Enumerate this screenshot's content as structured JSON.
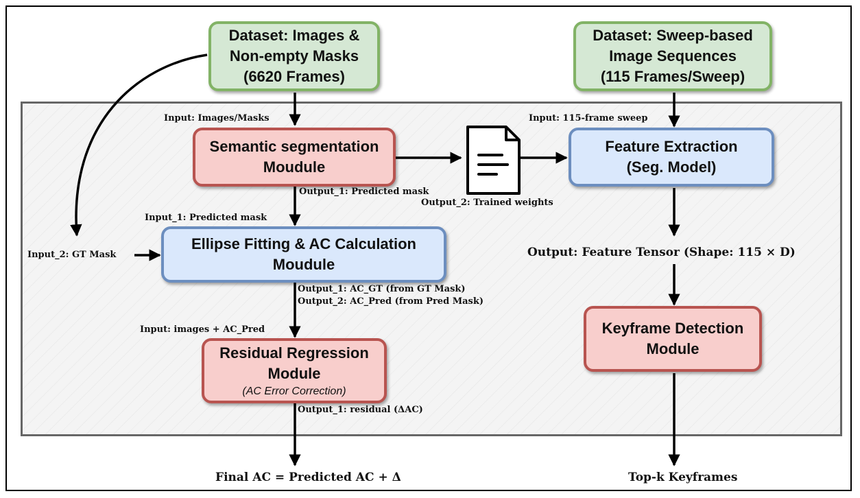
{
  "boxes": {
    "dataset_images": [
      "Dataset: Images &",
      "Non-empty Masks",
      "(6620 Frames)"
    ],
    "dataset_sweep": [
      "Dataset: Sweep-based",
      "Image Sequences",
      "(115 Frames/Sweep)"
    ],
    "segmentation": [
      "Semantic segmentation",
      "Moudule"
    ],
    "feature_extraction": [
      "Feature Extraction",
      "(Seg. Model)"
    ],
    "ellipse": [
      "Ellipse Fitting & AC Calculation",
      "Moudule"
    ],
    "residual": {
      "lines": [
        "Residual Regression",
        "Module"
      ],
      "subtitle": "(AC Error Correction)"
    },
    "keyframe": [
      "Keyframe Detection",
      "Module"
    ]
  },
  "labels": {
    "input_images_masks": "Input: Images/Masks",
    "input_sweep": "Input: 115-frame sweep",
    "seg_output_1": "Output_1: Predicted mask",
    "seg_output_2": "Output_2: Trained weights",
    "ellipse_input_1": "Input_1: Predicted mask",
    "ellipse_input_2": "Input_2: GT Mask",
    "ellipse_output_1": "Output_1: AC_GT (from GT Mask)",
    "ellipse_output_2": "Output_2: AC_Pred (from Pred Mask)",
    "residual_input": "Input: images + AC_Pred",
    "residual_output": "Output_1: residual (ΔAC)",
    "feature_output": "Output: Feature Tensor (Shape: 115 × D)",
    "final_ac": "Final AC = Predicted AC + Δ",
    "top_k": "Top-k Keyframes"
  },
  "icons": {
    "weights_file": "document-icon"
  },
  "colors": {
    "green_fill": "#d5e8d4",
    "green_border": "#82b366",
    "red_fill": "#f8cecc",
    "red_border": "#b85450",
    "blue_fill": "#dae8fc",
    "blue_border": "#6c8ebf",
    "panel_border": "#666666"
  }
}
